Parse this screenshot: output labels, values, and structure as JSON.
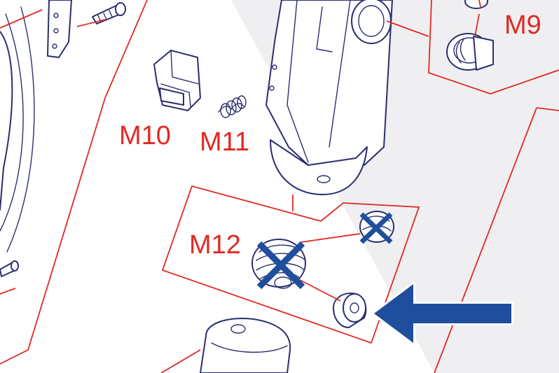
{
  "labels": {
    "m9": "M9",
    "m10": "M10",
    "m11": "M11",
    "m12": "M12"
  },
  "colors": {
    "callout_line": "#e02a23",
    "label_text": "#e02a23",
    "part_outline": "#2a2e6e",
    "cross_mark": "#1f4e9c",
    "arrow": "#1f4e9c",
    "background_band": "#efeff1"
  },
  "marks": {
    "cross_mark_count": 2,
    "arrow_direction": "left"
  }
}
